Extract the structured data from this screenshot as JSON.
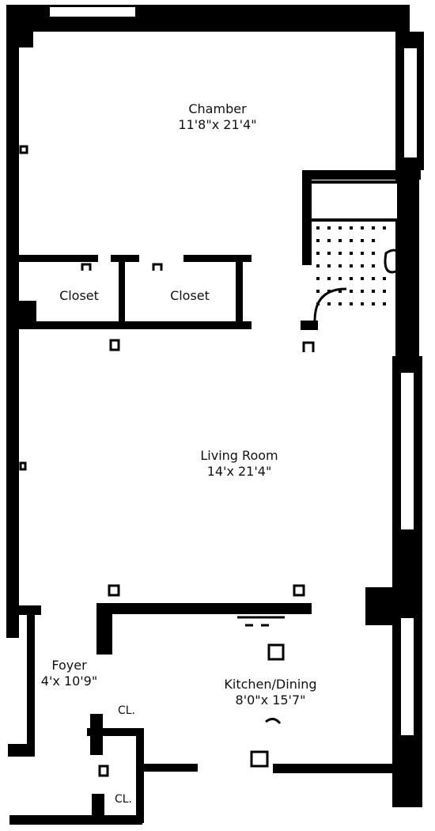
{
  "rooms": {
    "chamber": {
      "name": "Chamber",
      "dims": "11'8\"x 21'4\""
    },
    "closet_left": {
      "name": "Closet"
    },
    "closet_right": {
      "name": "Closet"
    },
    "living": {
      "name": "Living Room",
      "dims": "14'x 21'4\""
    },
    "foyer": {
      "name": "Foyer",
      "dims": "4'x 10'9\""
    },
    "kitchen": {
      "name": "Kitchen/Dining",
      "dims": "8'0\"x 15'7\""
    },
    "cl_upper": {
      "name": "CL."
    },
    "cl_lower": {
      "name": "CL."
    }
  }
}
